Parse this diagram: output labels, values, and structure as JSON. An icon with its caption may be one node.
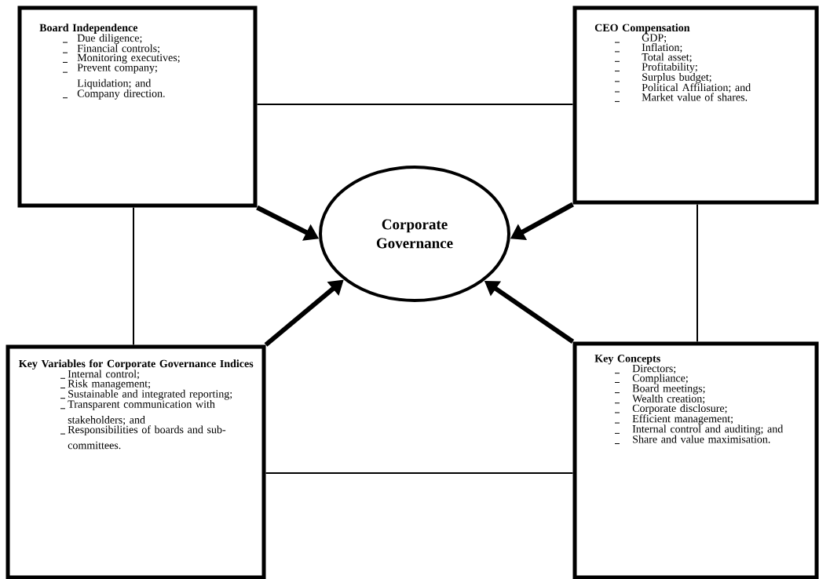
{
  "diagram": {
    "nodes": [
      {
        "text": [
          "Board Independence",
          "Due diligence;",
          "Financial controls;",
          "Monitoring executives;",
          "Prevent company; Liquidation; and",
          "Company direction."
        ]
      },
      {
        "text": [
          "CEO Compensation",
          "GDP;",
          "Inflation;",
          "Total asset;",
          "Profitability;",
          "Surplus budget;",
          "Political Affiliation; and",
          "Market value of shares."
        ]
      },
      {
        "text": [
          "Corporate Governance"
        ]
      },
      {
        "text": [
          "Key Variables for Corporate Governance Indices",
          "Internal control;",
          "Risk management;",
          "Sustainable and integrated reporting;",
          "Transparent communication with stakeholders; and",
          "Responsibilities of boards and sub-committees."
        ]
      },
      {
        "text": [
          "Key Concepts",
          "Directors;",
          "Compliance;",
          "Board meetings;",
          "Wealth creation;",
          "Corporate disclosure;",
          "Efficient management;",
          "Internal control and auditing; and",
          "Share and value maximisation."
        ]
      }
    ],
    "edges": [
      {
        "from": 0,
        "to": 1,
        "arrow": "none"
      },
      {
        "from": 0,
        "to": 3,
        "arrow": "none"
      },
      {
        "from": 1,
        "to": 4,
        "arrow": "none"
      },
      {
        "from": 3,
        "to": 4,
        "arrow": "none"
      },
      {
        "from": 0,
        "to": 2,
        "arrow": "to",
        "style": "thick"
      },
      {
        "from": 1,
        "to": 2,
        "arrow": "to",
        "style": "thick"
      },
      {
        "from": 3,
        "to": 2,
        "arrow": "to",
        "style": "thick"
      },
      {
        "from": 4,
        "to": 2,
        "arrow": "to",
        "style": "thick"
      }
    ]
  }
}
